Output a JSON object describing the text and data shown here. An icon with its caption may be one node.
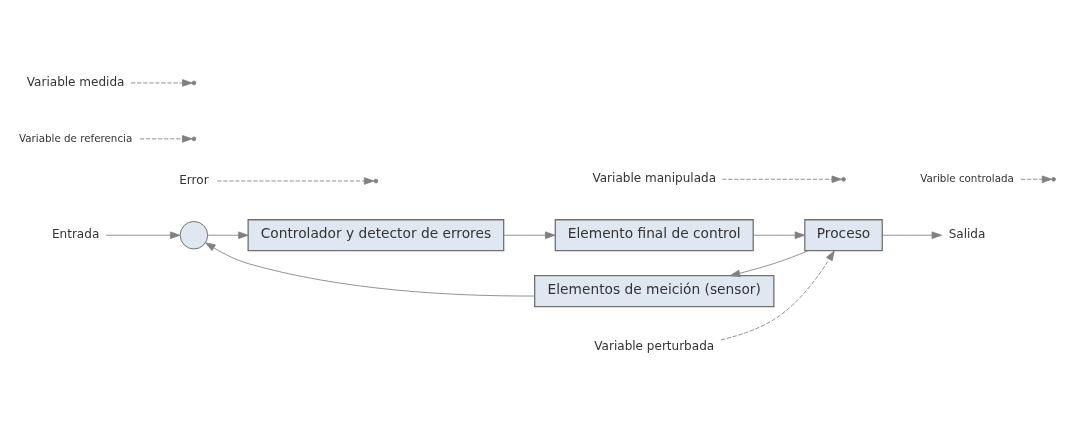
{
  "diagram": {
    "nodes": [
      {
        "text": [
          "Entrada"
        ]
      },
      {
        "text": [],
        "shape": "circle"
      },
      {
        "text": [
          "Controlador y detector de errores"
        ]
      },
      {
        "text": [
          "Elemento final de control"
        ]
      },
      {
        "text": [
          "Proceso"
        ]
      },
      {
        "text": [
          "Salida"
        ]
      },
      {
        "text": [
          "Elementos de meición (sensor)"
        ]
      },
      {
        "text": [
          "Error"
        ]
      },
      {
        "text": [
          "Variable manipulada"
        ]
      },
      {
        "text": [
          "Variable perturbada"
        ]
      },
      {
        "text": [
          "Variable de referencia"
        ]
      },
      {
        "text": [
          "Variable medida"
        ]
      },
      {
        "text": [
          "Varible controlada"
        ]
      }
    ],
    "edges": [
      {
        "from": 0,
        "to": 1,
        "arrow": "to"
      },
      {
        "from": 1,
        "to": 2,
        "arrow": "to"
      },
      {
        "from": 2,
        "to": 3,
        "arrow": "to"
      },
      {
        "from": 3,
        "to": 4,
        "arrow": "to"
      },
      {
        "from": 4,
        "to": 5,
        "arrow": "to"
      },
      {
        "from": 4,
        "to": 6,
        "arrow": "to"
      },
      {
        "from": 6,
        "to": 1,
        "arrow": "to"
      },
      {
        "from": 7,
        "to": null,
        "arrow": "to",
        "style": "dashed"
      },
      {
        "from": 8,
        "to": null,
        "arrow": "to",
        "style": "dashed"
      },
      {
        "from": 9,
        "to": 4,
        "arrow": "to",
        "style": "dashed"
      },
      {
        "from": 10,
        "to": null,
        "arrow": "to",
        "style": "dashed"
      },
      {
        "from": 11,
        "to": null,
        "arrow": "to",
        "style": "dashed"
      },
      {
        "from": 12,
        "to": null,
        "arrow": "to",
        "style": "dashed"
      }
    ]
  }
}
